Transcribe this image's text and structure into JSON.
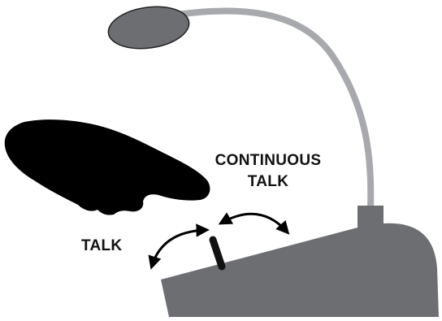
{
  "labels": {
    "talk": "TALK",
    "continuous_line1": "CONTINUOUS",
    "continuous_line2": "TALK"
  },
  "icons": {
    "hand": "pointing-hand-icon",
    "microphone": "gooseneck-microphone-icon",
    "base": "microphone-base-icon",
    "lever": "push-to-talk-lever-icon",
    "arrow_left": "double-arrow-left-icon",
    "arrow_right": "double-arrow-right-icon"
  },
  "colors": {
    "body": "#6d6e71",
    "head": "#6d6e71",
    "neck": "#a7a9ac",
    "hand": "#000000",
    "arrow": "#000000",
    "text": "#111111"
  }
}
